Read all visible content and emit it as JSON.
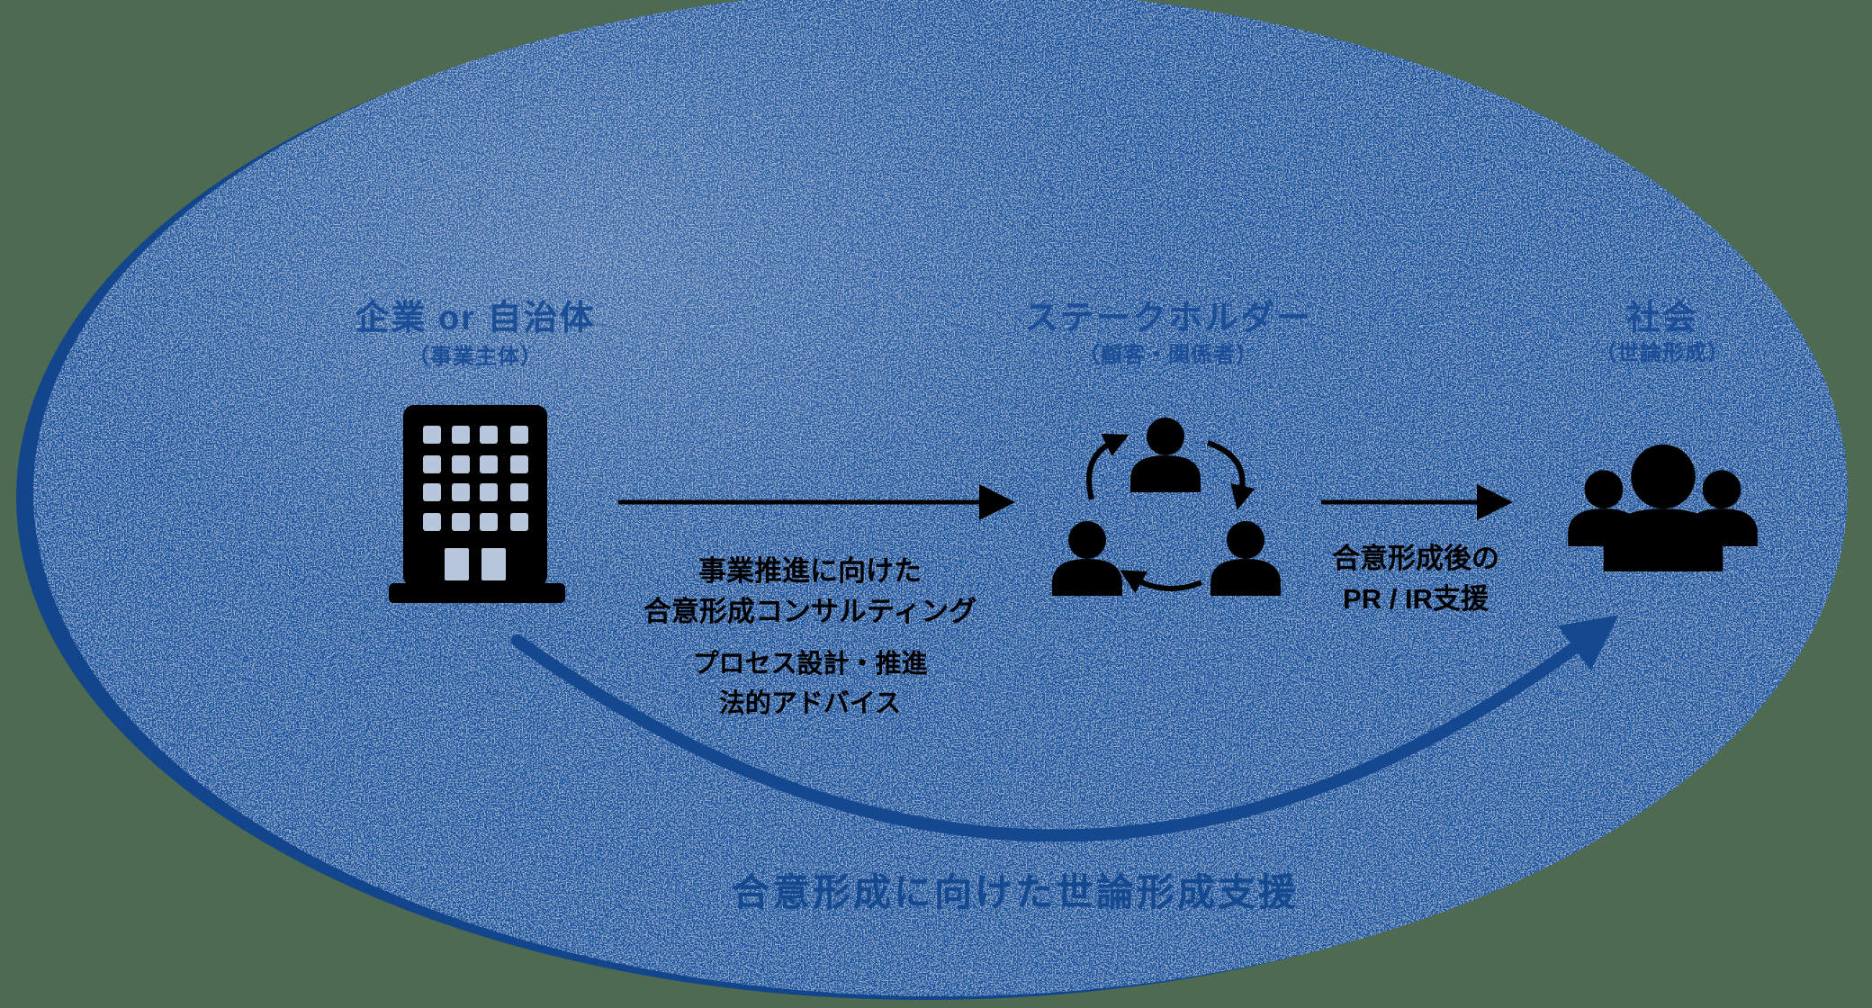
{
  "palette": {
    "outside_background": "#4e6b51",
    "ellipse_base": "#1e55a0",
    "ellipse_speckle": "#93a9c6",
    "ellipse_edge": "#12458c",
    "heading_text": "#1b4e97",
    "caption_text": "#15498f",
    "label_text": "#000000",
    "icon_color": "#000000",
    "building_window_color": "#b7c6da"
  },
  "nodes": [
    {
      "id": "company",
      "title": "企業 or 自治体",
      "subtitle": "（事業主体）",
      "icon": "building-icon"
    },
    {
      "id": "stakeholder",
      "title": "ステークホルダー",
      "subtitle": "（顧客・関係者）",
      "icon": "stakeholder-cycle-icon"
    },
    {
      "id": "society",
      "title": "社会",
      "subtitle": "（世論形成）",
      "icon": "people-group-icon"
    }
  ],
  "flows": {
    "consulting": {
      "line1": "事業推進に向けた",
      "line2": "合意形成コンサルティング",
      "line3": "プロセス設計・推進",
      "line4": "法的アドバイス"
    },
    "pr": {
      "line1": "合意形成後の",
      "line2": "PR / IR支援"
    },
    "public_opinion": {
      "label": "合意形成に向けた世論形成支援"
    }
  }
}
